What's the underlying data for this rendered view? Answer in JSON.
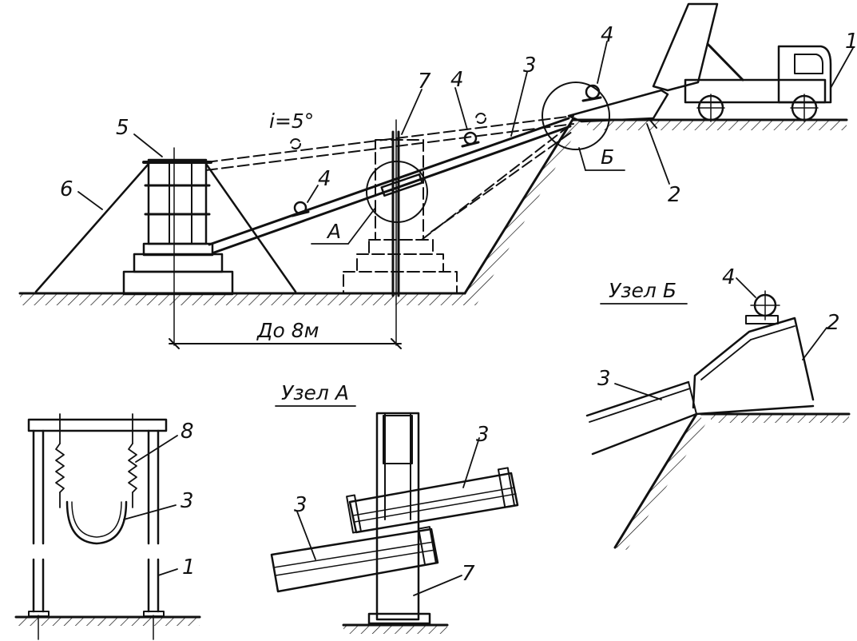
{
  "main_drawing": {
    "slope_label": "i=5°",
    "distance_label": "До 8м",
    "node_a_marker": "А",
    "node_b_marker": "Б",
    "callouts": {
      "truck": "1",
      "hopper": "2",
      "chute": "3",
      "vibrator_a": "4",
      "vibrator_b": "4",
      "vibrator_c": "4",
      "form": "5",
      "guy_rope": "6",
      "column": "7"
    }
  },
  "node_a": {
    "title": "Узел А",
    "callouts": {
      "chute": "3",
      "chute_upper": "3",
      "column": "7"
    }
  },
  "node_b": {
    "title": "Узел Б",
    "callouts": {
      "vibrator": "4",
      "hopper": "2",
      "chute": "3"
    }
  },
  "section_detail": {
    "callouts": {
      "spring": "8",
      "chute": "3",
      "post": "1"
    }
  }
}
